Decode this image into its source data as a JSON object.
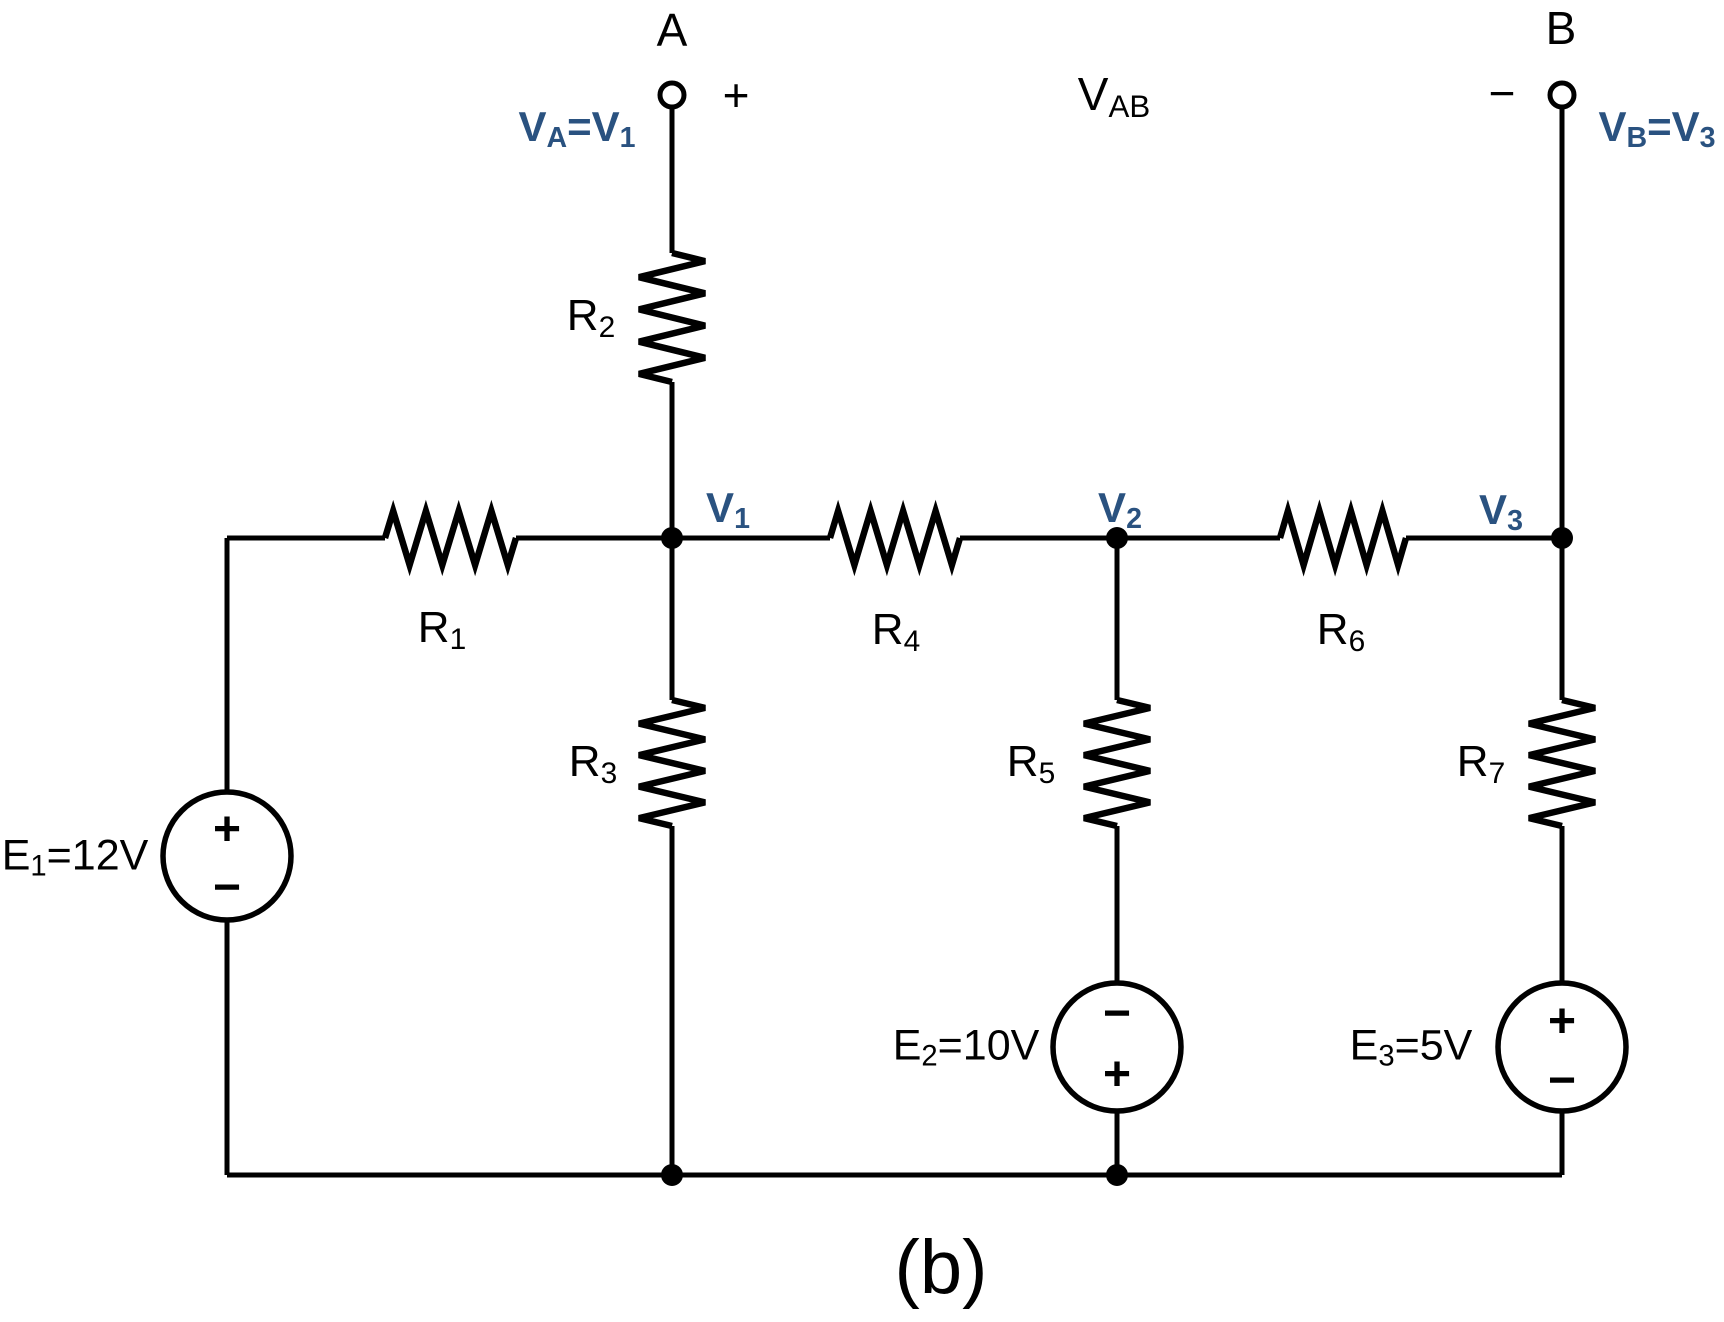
{
  "figure": {
    "caption": "(b)"
  },
  "colors": {
    "wire": "#000000",
    "node_label_blue": "#2a5280",
    "background": "#ffffff"
  },
  "vab_label": {
    "base": "V",
    "sub": "AB"
  },
  "terminals": {
    "a": {
      "label": "A",
      "polarity": "+",
      "voltage": {
        "base": "V",
        "sub": "A",
        "base2": "=V",
        "sub2": "1"
      }
    },
    "b": {
      "label": "B",
      "polarity": "−",
      "voltage": {
        "base": "V",
        "sub": "B",
        "base2": "=V",
        "sub2": "3"
      }
    }
  },
  "nodes": {
    "v1": {
      "base": "V",
      "sub": "1"
    },
    "v2": {
      "base": "V",
      "sub": "2"
    },
    "v3": {
      "base": "V",
      "sub": "3"
    }
  },
  "resistors": {
    "r1": {
      "base": "R",
      "sub": "1"
    },
    "r2": {
      "base": "R",
      "sub": "2"
    },
    "r3": {
      "base": "R",
      "sub": "3"
    },
    "r4": {
      "base": "R",
      "sub": "4"
    },
    "r5": {
      "base": "R",
      "sub": "5"
    },
    "r6": {
      "base": "R",
      "sub": "6"
    },
    "r7": {
      "base": "R",
      "sub": "7"
    }
  },
  "sources": {
    "e1": {
      "base": "E",
      "sub": "1",
      "value": "=12V",
      "top_sign": "+",
      "bottom_sign": "−"
    },
    "e2": {
      "base": "E",
      "sub": "2",
      "value": "=10V",
      "top_sign": "−",
      "bottom_sign": "+"
    },
    "e3": {
      "base": "E",
      "sub": "3",
      "value": "=5V",
      "top_sign": "+",
      "bottom_sign": "−"
    }
  }
}
